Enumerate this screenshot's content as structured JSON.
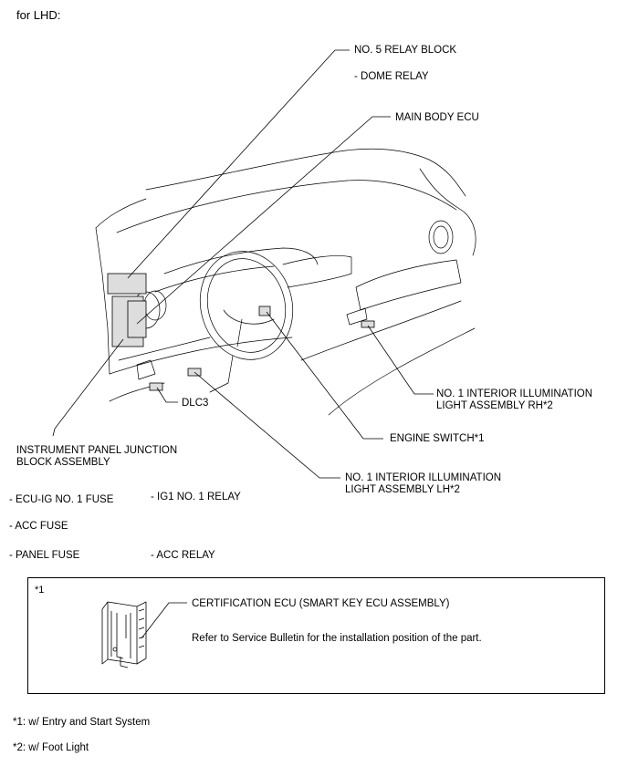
{
  "header": "for LHD:",
  "labels": {
    "relay_block_5": "NO. 5 RELAY BLOCK",
    "dome_relay": "- DOME RELAY",
    "main_body_ecu": "MAIN BODY ECU",
    "interior_rh_1": "NO. 1 INTERIOR ILLUMINATION",
    "interior_rh_2": "LIGHT ASSEMBLY RH*2",
    "dlc3": "DLC3",
    "engine_switch": "ENGINE SWITCH*1",
    "junction_1": "INSTRUMENT PANEL JUNCTION",
    "junction_2": "BLOCK ASSEMBLY",
    "interior_lh_1": "NO. 1 INTERIOR ILLUMINATION",
    "interior_lh_2": "LIGHT ASSEMBLY LH*2"
  },
  "junction_items": {
    "ecu_ig_fuse": "- ECU-IG NO. 1 FUSE",
    "ig1_relay": "- IG1 NO. 1 RELAY",
    "acc_fuse": "- ACC FUSE",
    "panel_fuse": "- PANEL FUSE",
    "acc_relay": "- ACC RELAY"
  },
  "cert_box": {
    "tag": "*1",
    "title": "CERTIFICATION ECU (SMART KEY ECU ASSEMBLY)",
    "note": "Refer to Service Bulletin for the installation position of the part."
  },
  "footnotes": {
    "f1": "*1: w/ Entry and Start System",
    "f2": "*2: w/ Foot Light"
  }
}
